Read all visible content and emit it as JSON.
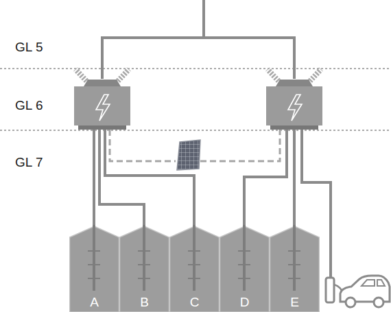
{
  "diagram": {
    "nodes": [
      {
        "text": [
          "A"
        ]
      },
      {
        "text": [
          "B"
        ]
      },
      {
        "text": [
          "C"
        ]
      },
      {
        "text": [
          "D"
        ]
      },
      {
        "text": [
          "E"
        ]
      }
    ],
    "labels": [
      "GL 5",
      "GL 6",
      "GL 7"
    ]
  }
}
